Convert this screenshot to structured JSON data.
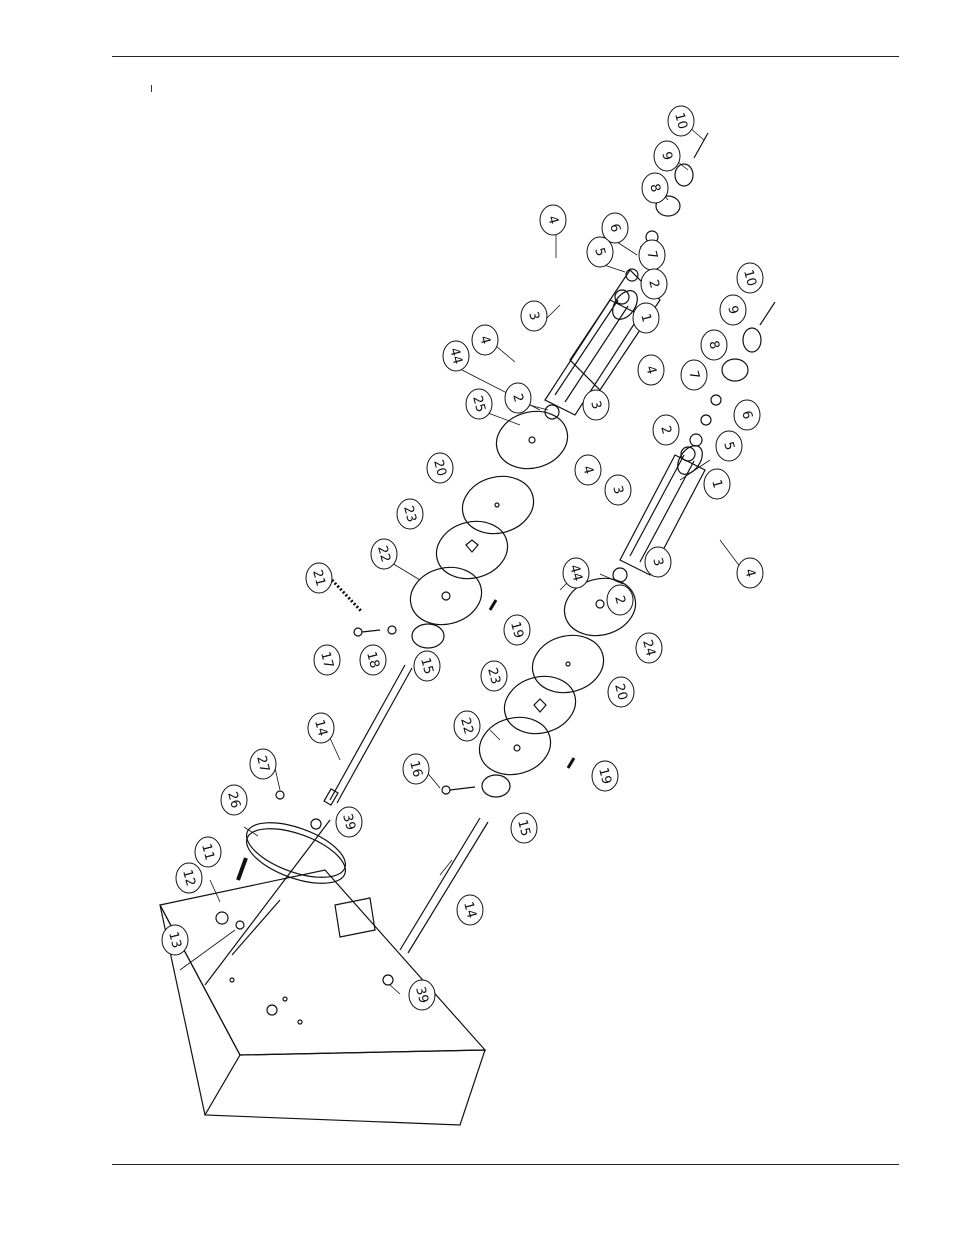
{
  "page": {
    "header_rule": true,
    "footer_rule": true
  },
  "diagram": {
    "type": "exploded parts drawing",
    "callouts": [
      {
        "id": "c-10a",
        "label": "10"
      },
      {
        "id": "c-9a",
        "label": "9"
      },
      {
        "id": "c-8a",
        "label": "8"
      },
      {
        "id": "c-7a",
        "label": "7"
      },
      {
        "id": "c-6a",
        "label": "6"
      },
      {
        "id": "c-5a",
        "label": "5"
      },
      {
        "id": "c-4a",
        "label": "4"
      },
      {
        "id": "c-2a",
        "label": "2"
      },
      {
        "id": "c-1a",
        "label": "1"
      },
      {
        "id": "c-3a",
        "label": "3"
      },
      {
        "id": "c-4b",
        "label": "4"
      },
      {
        "id": "c-44a",
        "label": "44"
      },
      {
        "id": "c-2b",
        "label": "2"
      },
      {
        "id": "c-3b",
        "label": "3"
      },
      {
        "id": "c-4c",
        "label": "4"
      },
      {
        "id": "c-25",
        "label": "25"
      },
      {
        "id": "c-20a",
        "label": "20"
      },
      {
        "id": "c-23a",
        "label": "23"
      },
      {
        "id": "c-22a",
        "label": "22"
      },
      {
        "id": "c-21",
        "label": "21"
      },
      {
        "id": "c-17",
        "label": "17"
      },
      {
        "id": "c-18",
        "label": "18"
      },
      {
        "id": "c-15a",
        "label": "15"
      },
      {
        "id": "c-19a",
        "label": "19"
      },
      {
        "id": "c-14a",
        "label": "14"
      },
      {
        "id": "c-27",
        "label": "27"
      },
      {
        "id": "c-26",
        "label": "26"
      },
      {
        "id": "c-39a",
        "label": "39"
      },
      {
        "id": "c-11",
        "label": "11"
      },
      {
        "id": "c-12",
        "label": "12"
      },
      {
        "id": "c-13",
        "label": "13"
      },
      {
        "id": "c-10b",
        "label": "10"
      },
      {
        "id": "c-9b",
        "label": "9"
      },
      {
        "id": "c-8b",
        "label": "8"
      },
      {
        "id": "c-7b",
        "label": "7"
      },
      {
        "id": "c-6b",
        "label": "6"
      },
      {
        "id": "c-5b",
        "label": "5"
      },
      {
        "id": "c-2c",
        "label": "2"
      },
      {
        "id": "c-4d",
        "label": "4"
      },
      {
        "id": "c-3c",
        "label": "3"
      },
      {
        "id": "c-1b",
        "label": "1"
      },
      {
        "id": "c-44b",
        "label": "44"
      },
      {
        "id": "c-2d",
        "label": "2"
      },
      {
        "id": "c-3d",
        "label": "3"
      },
      {
        "id": "c-4e",
        "label": "4"
      },
      {
        "id": "c-24",
        "label": "24"
      },
      {
        "id": "c-20b",
        "label": "20"
      },
      {
        "id": "c-23b",
        "label": "23"
      },
      {
        "id": "c-22b",
        "label": "22"
      },
      {
        "id": "c-19b",
        "label": "19"
      },
      {
        "id": "c-16",
        "label": "16"
      },
      {
        "id": "c-15b",
        "label": "15"
      },
      {
        "id": "c-14b",
        "label": "14"
      },
      {
        "id": "c-39b",
        "label": "39"
      }
    ]
  }
}
